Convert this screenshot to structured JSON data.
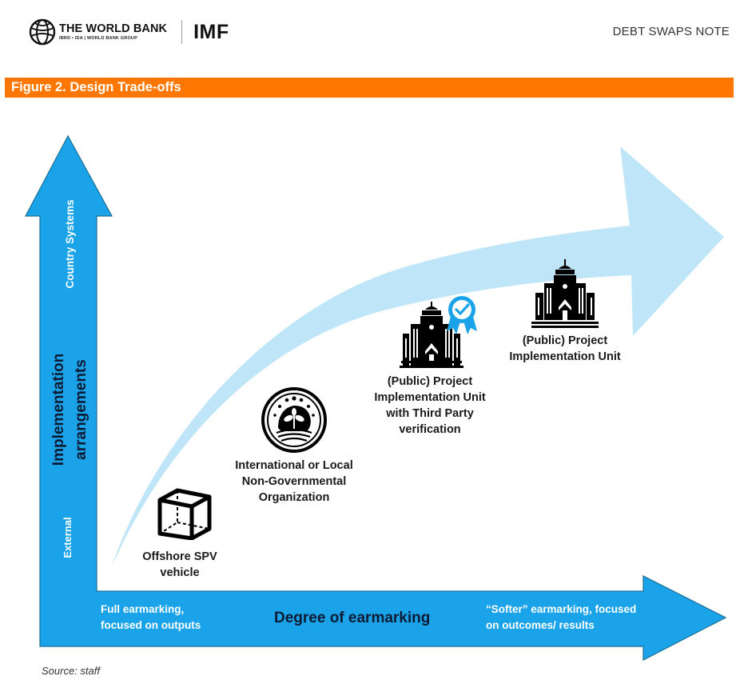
{
  "header": {
    "org_logo_name": "THE WORLD BANK",
    "org_logo_sub": "IBRD • IDA | WORLD BANK GROUP",
    "partner_logo": "IMF",
    "document_label": "DEBT SWAPS NOTE"
  },
  "figure": {
    "title": "Figure 2. Design Trade-offs",
    "accent_color": "#ff7700",
    "source": "Source: staff"
  },
  "axes": {
    "y_axis": {
      "title_line1": "Implementation",
      "title_line2": "arrangements",
      "top_label": "Country Systems",
      "bottom_label": "External",
      "color": "#1aa3e8"
    },
    "x_axis": {
      "title": "Degree of earmarking",
      "left_label_line1": "Full earmarking,",
      "left_label_line2": "focused on outputs",
      "right_label_line1": "“Softer” earmarking, focused",
      "right_label_line2": "on outcomes/ results",
      "color": "#1aa3e8"
    },
    "trend_arrow_color": "#bfe6f8"
  },
  "items": [
    {
      "icon": "cube-icon",
      "label_lines": [
        "Offshore SPV",
        "vehicle"
      ]
    },
    {
      "icon": "ngo-emblem-icon",
      "label_lines": [
        "International or Local",
        "Non-Governmental",
        "Organization"
      ]
    },
    {
      "icon": "government-building-verified-icon",
      "label_lines": [
        "(Public) Project",
        "Implementation Unit",
        "with Third Party",
        "verification"
      ]
    },
    {
      "icon": "government-building-icon",
      "label_lines": [
        "(Public) Project",
        "Implementation Unit"
      ]
    }
  ]
}
